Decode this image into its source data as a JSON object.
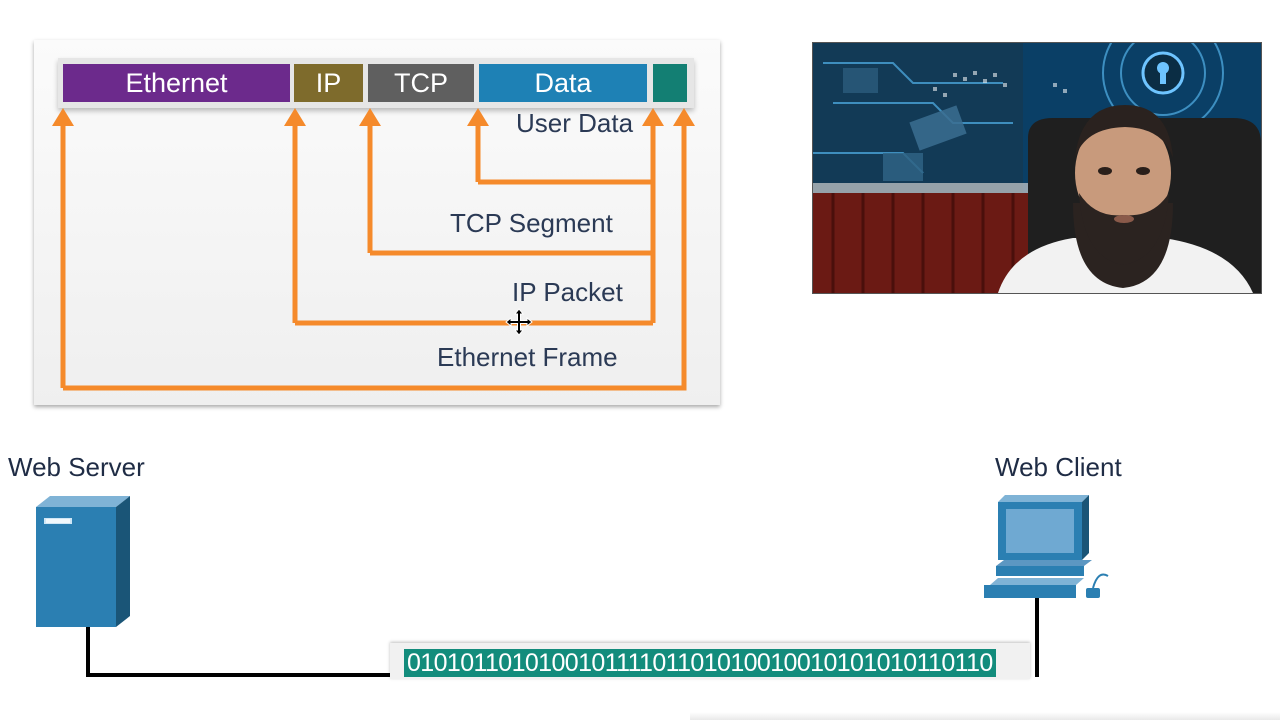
{
  "encapsulation": {
    "fields": {
      "ethernet": "Ethernet",
      "ip": "IP",
      "tcp": "TCP",
      "data": "Data",
      "trailer": ""
    },
    "labels": {
      "user_data": "User Data",
      "tcp_segment": "TCP Segment",
      "ip_packet": "IP Packet",
      "ethernet_frame": "Ethernet Frame"
    },
    "colors": {
      "ethernet": "#6c2a8c",
      "ip": "#7e6b2c",
      "tcp": "#5f5f5f",
      "data": "#1e81b5",
      "trailer": "#137f73",
      "arrows": "#f58a2b"
    }
  },
  "devices": {
    "server_label": "Web Server",
    "client_label": "Web Client"
  },
  "transmission": {
    "bits": "010101101010010111101101010010010101010110110"
  }
}
